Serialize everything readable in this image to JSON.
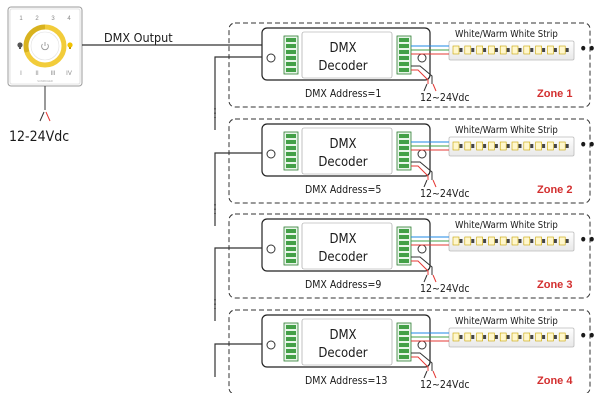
{
  "controller": {
    "input_voltage": "12-24Vdc",
    "output_label": "DMX Output",
    "top_numbers": [
      "1",
      "2",
      "3",
      "4"
    ],
    "bottom_numbers": [
      "I",
      "II",
      "III",
      "IV"
    ],
    "brand": "SUNRICHER"
  },
  "decoder_label_line1": "DMX",
  "decoder_label_line2": "Decoder",
  "strip_label": "White/Warm White Strip",
  "ellipsis": "•••",
  "zones": [
    {
      "address": "DMX Address=1",
      "voltage": "12~24Vdc",
      "zone": "Zone 1"
    },
    {
      "address": "DMX Address=5",
      "voltage": "12~24Vdc",
      "zone": "Zone 2"
    },
    {
      "address": "DMX Address=9",
      "voltage": "12~24Vdc",
      "zone": "Zone 3"
    },
    {
      "address": "DMX Address=13",
      "voltage": "12~24Vdc",
      "zone": "Zone 4"
    }
  ],
  "colors": {
    "zone_label": "#d32f2f",
    "wire_blue": "#1e88e5",
    "wire_red": "#e53935",
    "wire_green": "#43a047"
  }
}
